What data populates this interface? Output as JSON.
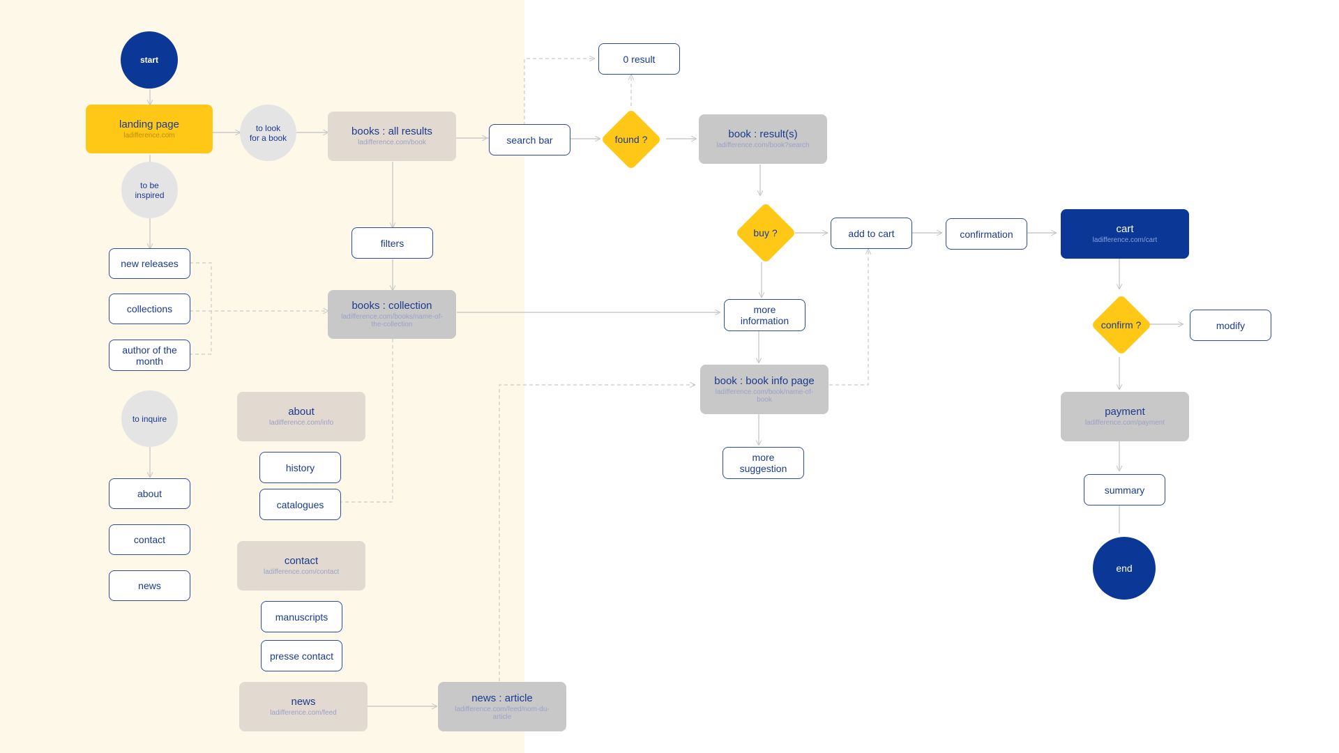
{
  "nodes": {
    "start": "start",
    "landing_page": {
      "title": "landing page",
      "url": "ladifference.com"
    },
    "to_look": "to look\nfor a book",
    "to_be_inspired": "to be\ninspired",
    "new_releases": "new releases",
    "collections": "collections",
    "author_month": "author of the\nmonth",
    "to_inquire": "to inquire",
    "about_box": "about",
    "contact_box": "contact",
    "news_box": "news",
    "books_all": {
      "title": "books : all results",
      "url": "ladifference.com/book"
    },
    "filters": "filters",
    "books_collection": {
      "title": "books : collection",
      "url": "ladifference.com/books/name-of-the-collection"
    },
    "about_page": {
      "title": "about",
      "url": "ladifference.com/info"
    },
    "history": "history",
    "catalogues": "catalogues",
    "contact_page": {
      "title": "contact",
      "url": "ladifference.com/contact"
    },
    "manuscripts": "manuscripts",
    "presse_contact": "presse contact",
    "news_page": {
      "title": "news",
      "url": "ladifference.com/feed"
    },
    "news_article": {
      "title": "news : article",
      "url": "ladifference.com/feed/nom-du-article"
    },
    "search_bar": "search bar",
    "zero_result": "0 result",
    "found": "found ?",
    "book_results": {
      "title": "book : result(s)",
      "url": "ladifference.com/book?search"
    },
    "buy": "buy ?",
    "add_to_cart": "add to cart",
    "confirmation": "confirmation",
    "cart": {
      "title": "cart",
      "url": "ladifference.com/cart"
    },
    "more_info": "more\ninformation",
    "book_info_page": {
      "title": "book : book info page",
      "url": "ladifference.com/book/name-of-book"
    },
    "more_suggestion": "more\nsuggestion",
    "confirm": "confirm ?",
    "modify": "modify",
    "payment": {
      "title": "payment",
      "url": "ladifference.com/payment"
    },
    "summary": "summary",
    "end": "end"
  },
  "colors": {
    "left_background": "#fdf8e8",
    "accent_blue": "#0b3796",
    "decision_yellow": "#ffc816",
    "outline_blue": "#2b4aa8",
    "page_beige": "#e2d9d1",
    "page_gray": "#c8c8c8",
    "connector": "#c9c9c9"
  }
}
